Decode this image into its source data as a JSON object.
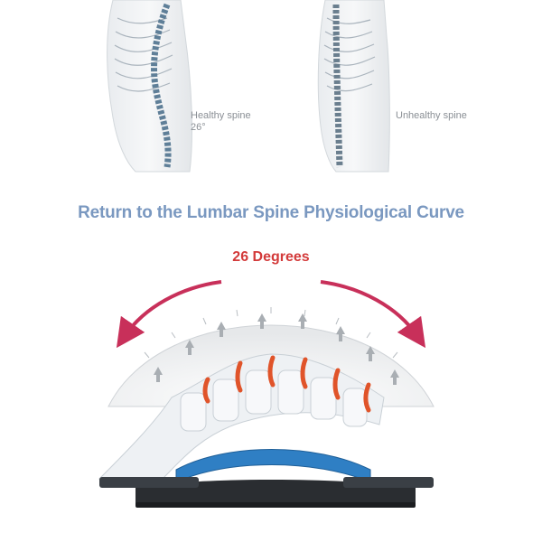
{
  "top_panel": {
    "healthy_label_line1": "Healthy spine",
    "healthy_label_line2": "26°",
    "unhealthy_label": "Unhealthy spine"
  },
  "headline": "Return to the Lumbar Spine Physiological Curve",
  "angle_label": "26 Degrees",
  "colors": {
    "headline": "#7a98c0",
    "angle_label": "#d33a3a",
    "arrow": "#c8305a",
    "stretcher_blue": "#2f7fc4",
    "disc_orange": "#e0542a"
  }
}
